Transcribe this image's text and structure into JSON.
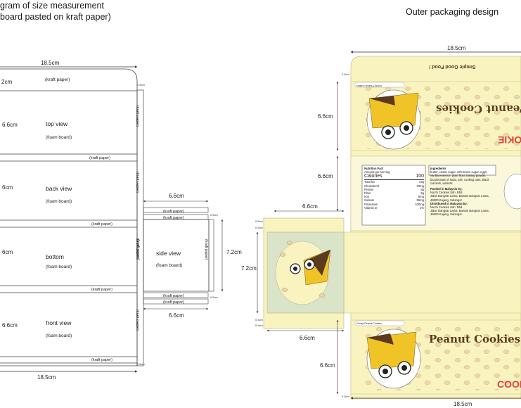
{
  "left_title": {
    "line1": "gram of size measurement",
    "line2": "board pasted on kraft paper)"
  },
  "right_title": "Outer packaging design",
  "left_diagram": {
    "top_width": "18.5cm",
    "bottom_width": "18.5cm",
    "top_strip_width": "2cm",
    "kraft_paper": "(kraft paper)",
    "foam_board": "(foam board)",
    "side_kraft": "(kraft paper)",
    "small_dim": "0.5cm",
    "panels": [
      {
        "height": "6.6cm",
        "name": "top view"
      },
      {
        "height": "6cm",
        "name": "back view"
      },
      {
        "height": "6cm",
        "name": "bottom"
      },
      {
        "height": "6.6cm",
        "name": "front view"
      }
    ],
    "side_panel": {
      "name": "side view",
      "width_top": "6.6cm",
      "width_bottom": "6.6cm",
      "height": "7.2cm"
    }
  },
  "right_diagram": {
    "top_width": "18.5cm",
    "bottom_width": "18.5cm",
    "panel_top_height": "6.6cm",
    "panel_back_height": "6.6cm",
    "panel_front_height": "6.6cm",
    "side_width_top": "6.6cm",
    "side_width_bottom": "6.6cm",
    "side_height": "7.2cm",
    "small_dim": "0.5cm",
    "slogan": "Simple Good Food !",
    "brand": "Peanut Cookies",
    "brand_tag": "COOKIE",
    "label_tag": "Gooey Peanut Cookies",
    "nutrition": {
      "title": "Nutrition Fact",
      "serving": "Amount per serving",
      "calories_label": "Calories",
      "calories_value": "100",
      "rows": [
        [
          "Total fat",
          "24g"
        ],
        [
          "Cholesterol",
          "20mg"
        ],
        [
          "Protein",
          "8g"
        ],
        [
          "Fiber",
          "6g"
        ],
        [
          "Iron",
          "5mg"
        ],
        [
          "Sodium",
          "55mg"
        ],
        [
          "Potassium",
          "100mg"
        ],
        [
          "Vitamin D",
          "1%"
        ]
      ]
    },
    "ingredients_title": "Ingredients",
    "ingredients": "butter, caster sugar, soft brown sugar, eggs, vanilla essence, plain flour, baking powder, bicarbonate of soda, salt, cooking oats, black currants, walnuts",
    "address_lines": [
      "Packed in Malaysia by:",
      "Nuchi Cookies Sdn. Bhd.",
      "Jalan Bangsar Lama, Bandar Bangsar Lama,",
      "46000 Kajang, Selangor.",
      "Distributed in Malaysia by:",
      "Nuchi Cookies Sdn. Bhd.",
      "Jalan Bangsar Lama, Bandar Bangsar Lama,",
      "46000 Kajang, Selangor."
    ]
  },
  "colors": {
    "panel_fill": "#f9f3c0",
    "side_fill": "#d9e4c8",
    "dark_brown": "#5b3a1e",
    "peanut": "#e6cc94",
    "corn": "#f0c427",
    "accent_red": "#e4413b"
  }
}
